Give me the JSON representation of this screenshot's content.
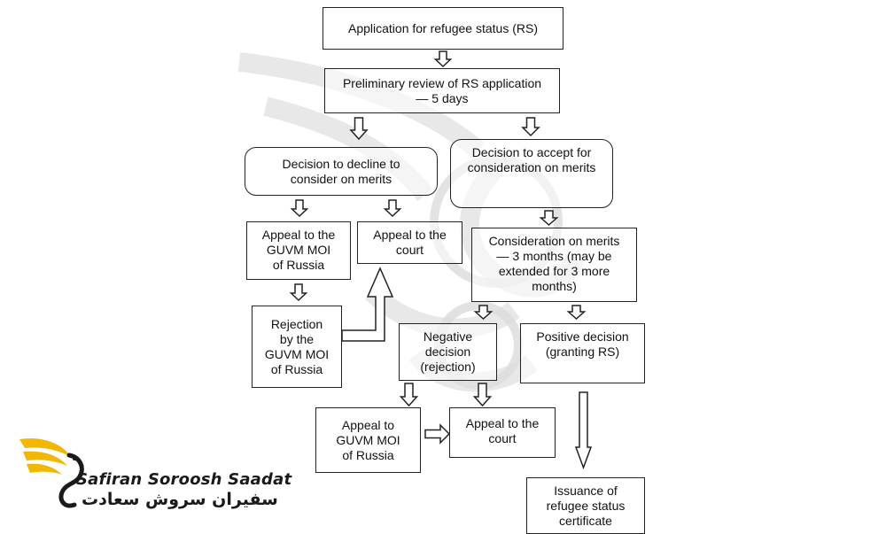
{
  "nodes": {
    "application": "Application for refugee status (RS)",
    "preliminary_review": "Preliminary review of RS application\n— 5 days",
    "decline": "Decision to decline to\nconsider on merits",
    "accept": "Decision to accept for\nconsideration on merits",
    "appeal_guvm_1": "Appeal to the\nGUVM MOI\nof Russia",
    "appeal_court_1": "Appeal to the\ncourt",
    "rejection_guvm": "Rejection\nby the\nGUVM MOI\nof Russia",
    "consideration_merits": "Consideration on merits\n— 3 months (may be\nextended for 3 more\nmonths)",
    "negative_decision": "Negative\ndecision\n(rejection)",
    "positive_decision": "Positive decision\n(granting RS)",
    "appeal_guvm_2": "Appeal to\nGUVM MOI\nof Russia",
    "appeal_court_2": "Appeal to the\ncourt",
    "issuance": "Issuance of\nrefugee status\ncertificate"
  },
  "logo": {
    "name_latin": "Safiran Soroosh Saadat",
    "name_persian": "سفیران سروش سعادت",
    "colors": {
      "gold": "#F2B705",
      "dark": "#1a1a1a"
    }
  }
}
